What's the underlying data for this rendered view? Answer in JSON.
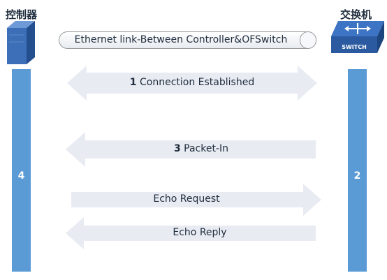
{
  "controller": {
    "label": "控制器",
    "number": "4"
  },
  "switch": {
    "label": "交换机",
    "number": "2",
    "icon_text": "SWITCH"
  },
  "link": {
    "label": "Ethernet link-Between Controller&OFSwitch"
  },
  "messages": [
    {
      "step": "1",
      "label": " Connection Established",
      "direction": "both"
    },
    {
      "step": "3",
      "label": " Packet-In",
      "direction": "to-controller"
    },
    {
      "step": "",
      "label": "Echo Request",
      "direction": "to-switch"
    },
    {
      "step": "",
      "label": "Echo Reply",
      "direction": "to-controller"
    }
  ],
  "colors": {
    "bar": "#5b9bd5",
    "arrow_fill": "#e8ebf2",
    "server": "#2e5fa3"
  }
}
